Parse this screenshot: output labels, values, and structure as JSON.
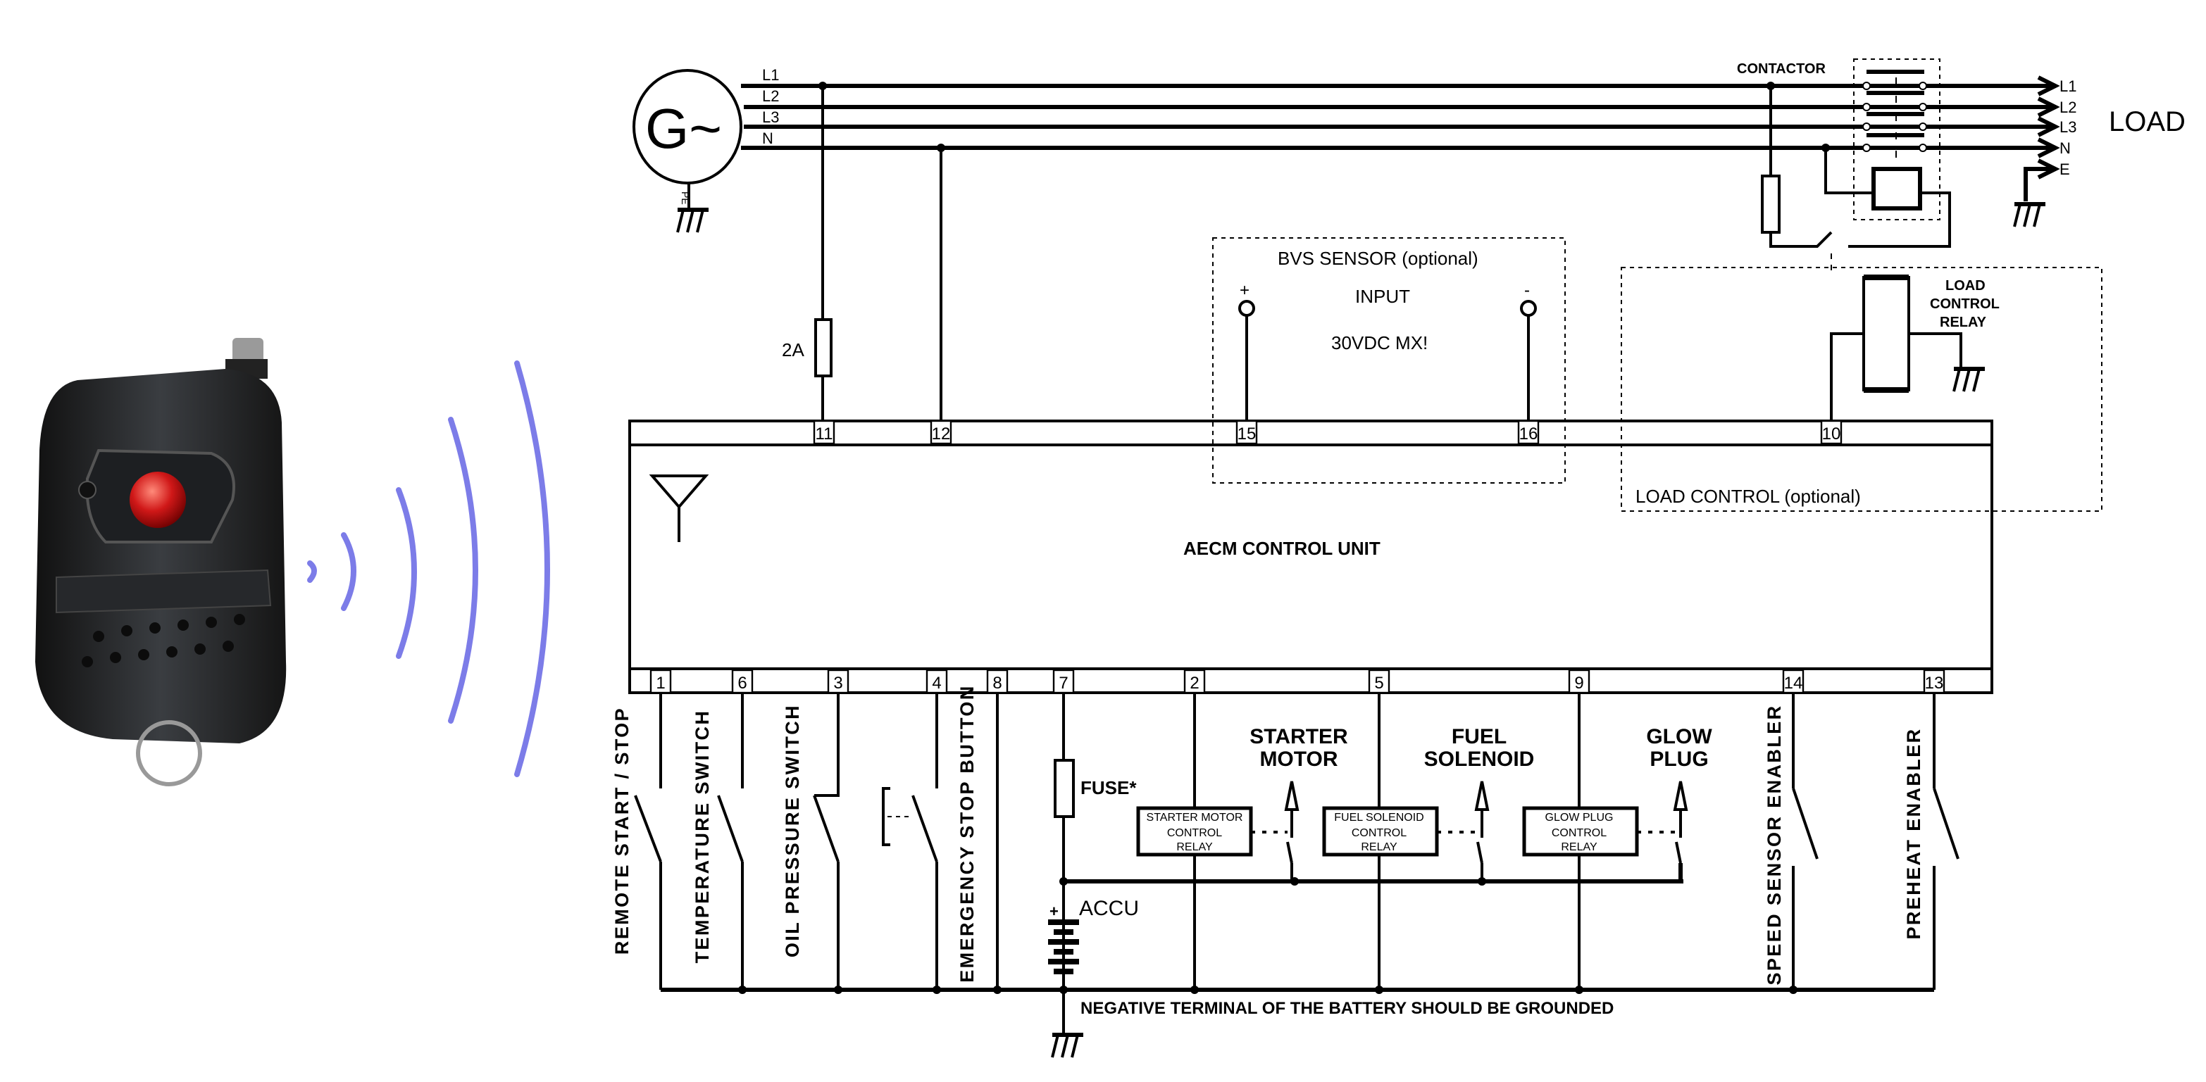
{
  "generator": {
    "symbol": "G~",
    "pe_label": "PE",
    "phase_labels": [
      "L1",
      "L2",
      "L3",
      "N"
    ]
  },
  "load": {
    "label": "LOAD",
    "outputs": [
      "L1",
      "L2",
      "L3",
      "N",
      "E"
    ]
  },
  "contactor": {
    "label": "CONTACTOR"
  },
  "fuse_2a": {
    "label": "2A"
  },
  "bvs_sensor": {
    "title": "BVS SENSOR (optional)",
    "plus": "+",
    "minus": "-",
    "input": "INPUT",
    "rating": "30VDC MX!"
  },
  "load_control": {
    "title": "LOAD CONTROL (optional)",
    "relay_lines": [
      "LOAD",
      "CONTROL",
      "RELAY"
    ]
  },
  "control_unit": {
    "title": "AECM CONTROL UNIT"
  },
  "top_terminals": [
    "11",
    "12",
    "15",
    "16",
    "10"
  ],
  "bottom_terminals": [
    "1",
    "6",
    "3",
    "4",
    "8",
    "7",
    "2",
    "5",
    "9",
    "14",
    "13"
  ],
  "inputs": {
    "remote": "REMOTE START / STOP",
    "temperature": "TEMPERATURE SWITCH",
    "oil": "OIL PRESSURE SWITCH",
    "emergency": "EMERGENCY STOP BUTTON",
    "speed": "SPEED SENSOR ENABLER",
    "preheat": "PREHEAT ENABLER"
  },
  "fuse": {
    "label": "FUSE*"
  },
  "accu": {
    "label": "ACCU",
    "plus": "+"
  },
  "outputs": [
    {
      "title": [
        "STARTER",
        "MOTOR"
      ],
      "relay": [
        "STARTER MOTOR",
        "CONTROL",
        "RELAY"
      ]
    },
    {
      "title": [
        "FUEL",
        "SOLENOID"
      ],
      "relay": [
        "FUEL SOLENOID",
        "CONTROL",
        "RELAY"
      ]
    },
    {
      "title": [
        "GLOW",
        "PLUG"
      ],
      "relay": [
        "GLOW PLUG",
        "CONTROL",
        "RELAY"
      ]
    }
  ],
  "ground_note": "NEGATIVE TERMINAL OF THE BATTERY SHOULD BE GROUNDED",
  "colors": {
    "waves": "#7c7ce8",
    "remote_body": "#2e3033",
    "remote_button": "#d01818"
  }
}
